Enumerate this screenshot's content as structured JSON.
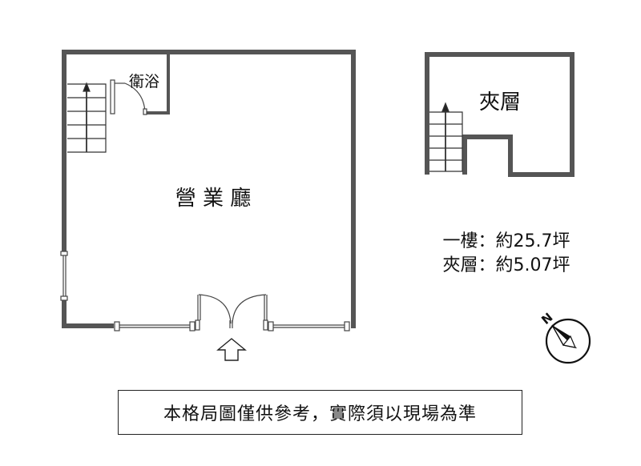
{
  "rooms": {
    "bathroom": "衛浴",
    "business_hall": "營 業 廳",
    "mezzanine": "夾層"
  },
  "areas": {
    "first_floor": "一樓：約25.7坪",
    "mezzanine": "夾層：約5.07坪"
  },
  "compass": {
    "north_label": "N",
    "direction": "northwest"
  },
  "entrance": {
    "arrow": "entrance-arrow"
  },
  "disclaimer": "本格局圖僅供參考，實際須以現場為準",
  "colors": {
    "wall": "#555555",
    "line": "#222222",
    "background": "#ffffff"
  }
}
